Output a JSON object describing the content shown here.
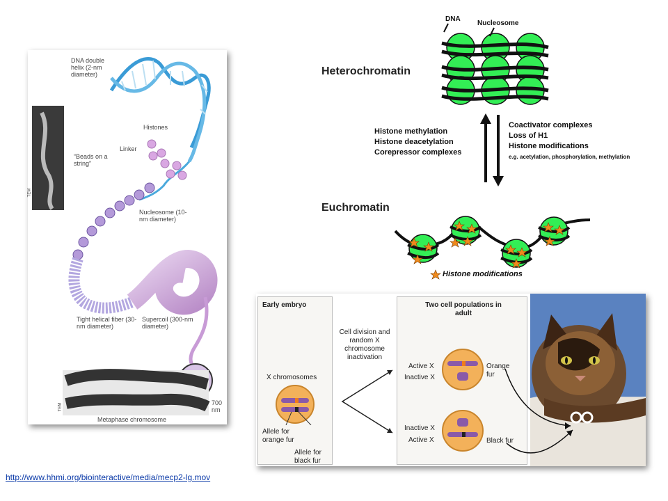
{
  "left_diagram": {
    "labels": {
      "dna_double_helix": "DNA double helix (2-nm diameter)",
      "histones": "Histones",
      "linker": "Linker",
      "beads_on_string": "“Beads on a string”",
      "nucleosome": "Nucleosome (10-nm diameter)",
      "tight_fiber": "Tight helical fiber (30-nm diameter)",
      "supercoil": "Supercoil (300-nm diameter)",
      "tem_top": "TEM",
      "tem_bottom": "TEM",
      "size_700": "700 nm",
      "metaphase": "Metaphase chromosome"
    }
  },
  "chromatin_diagram": {
    "dna_label": "DNA",
    "nucleosome_label": "Nucleosome",
    "heterochromatin": "Heterochromatin",
    "euchromatin": "Euchromatin",
    "left_arrow_items": [
      "Histone methylation",
      "Histone deacetylation",
      "Corepressor complexes"
    ],
    "right_arrow_items": [
      "Coactivator complexes",
      "Loss of H1",
      "Histone modifications"
    ],
    "right_arrow_note": "e.g. acetylation, phosphorylation, methylation",
    "legend": "Histone modifications",
    "colors": {
      "nucleosome": "#33ee55",
      "star": "#f08a1c"
    }
  },
  "x_inactivation": {
    "early_embryo": "Early embryo",
    "x_chromosomes": "X chromosomes",
    "allele_orange": "Allele for orange fur",
    "allele_black": "Allele for black fur",
    "process": "Cell division and random X chromosome inactivation",
    "two_populations": "Two cell populations in adult",
    "active_x": "Active X",
    "inactive_x": "Inactive X",
    "orange_fur": "Orange fur",
    "black_fur": "Black fur",
    "cell_color": "#f3b15a",
    "chrom_color": "#8a5aa8"
  },
  "footer": {
    "url": "http://www.hhmi.org/biointeractive/media/mecp2-lg.mov"
  }
}
